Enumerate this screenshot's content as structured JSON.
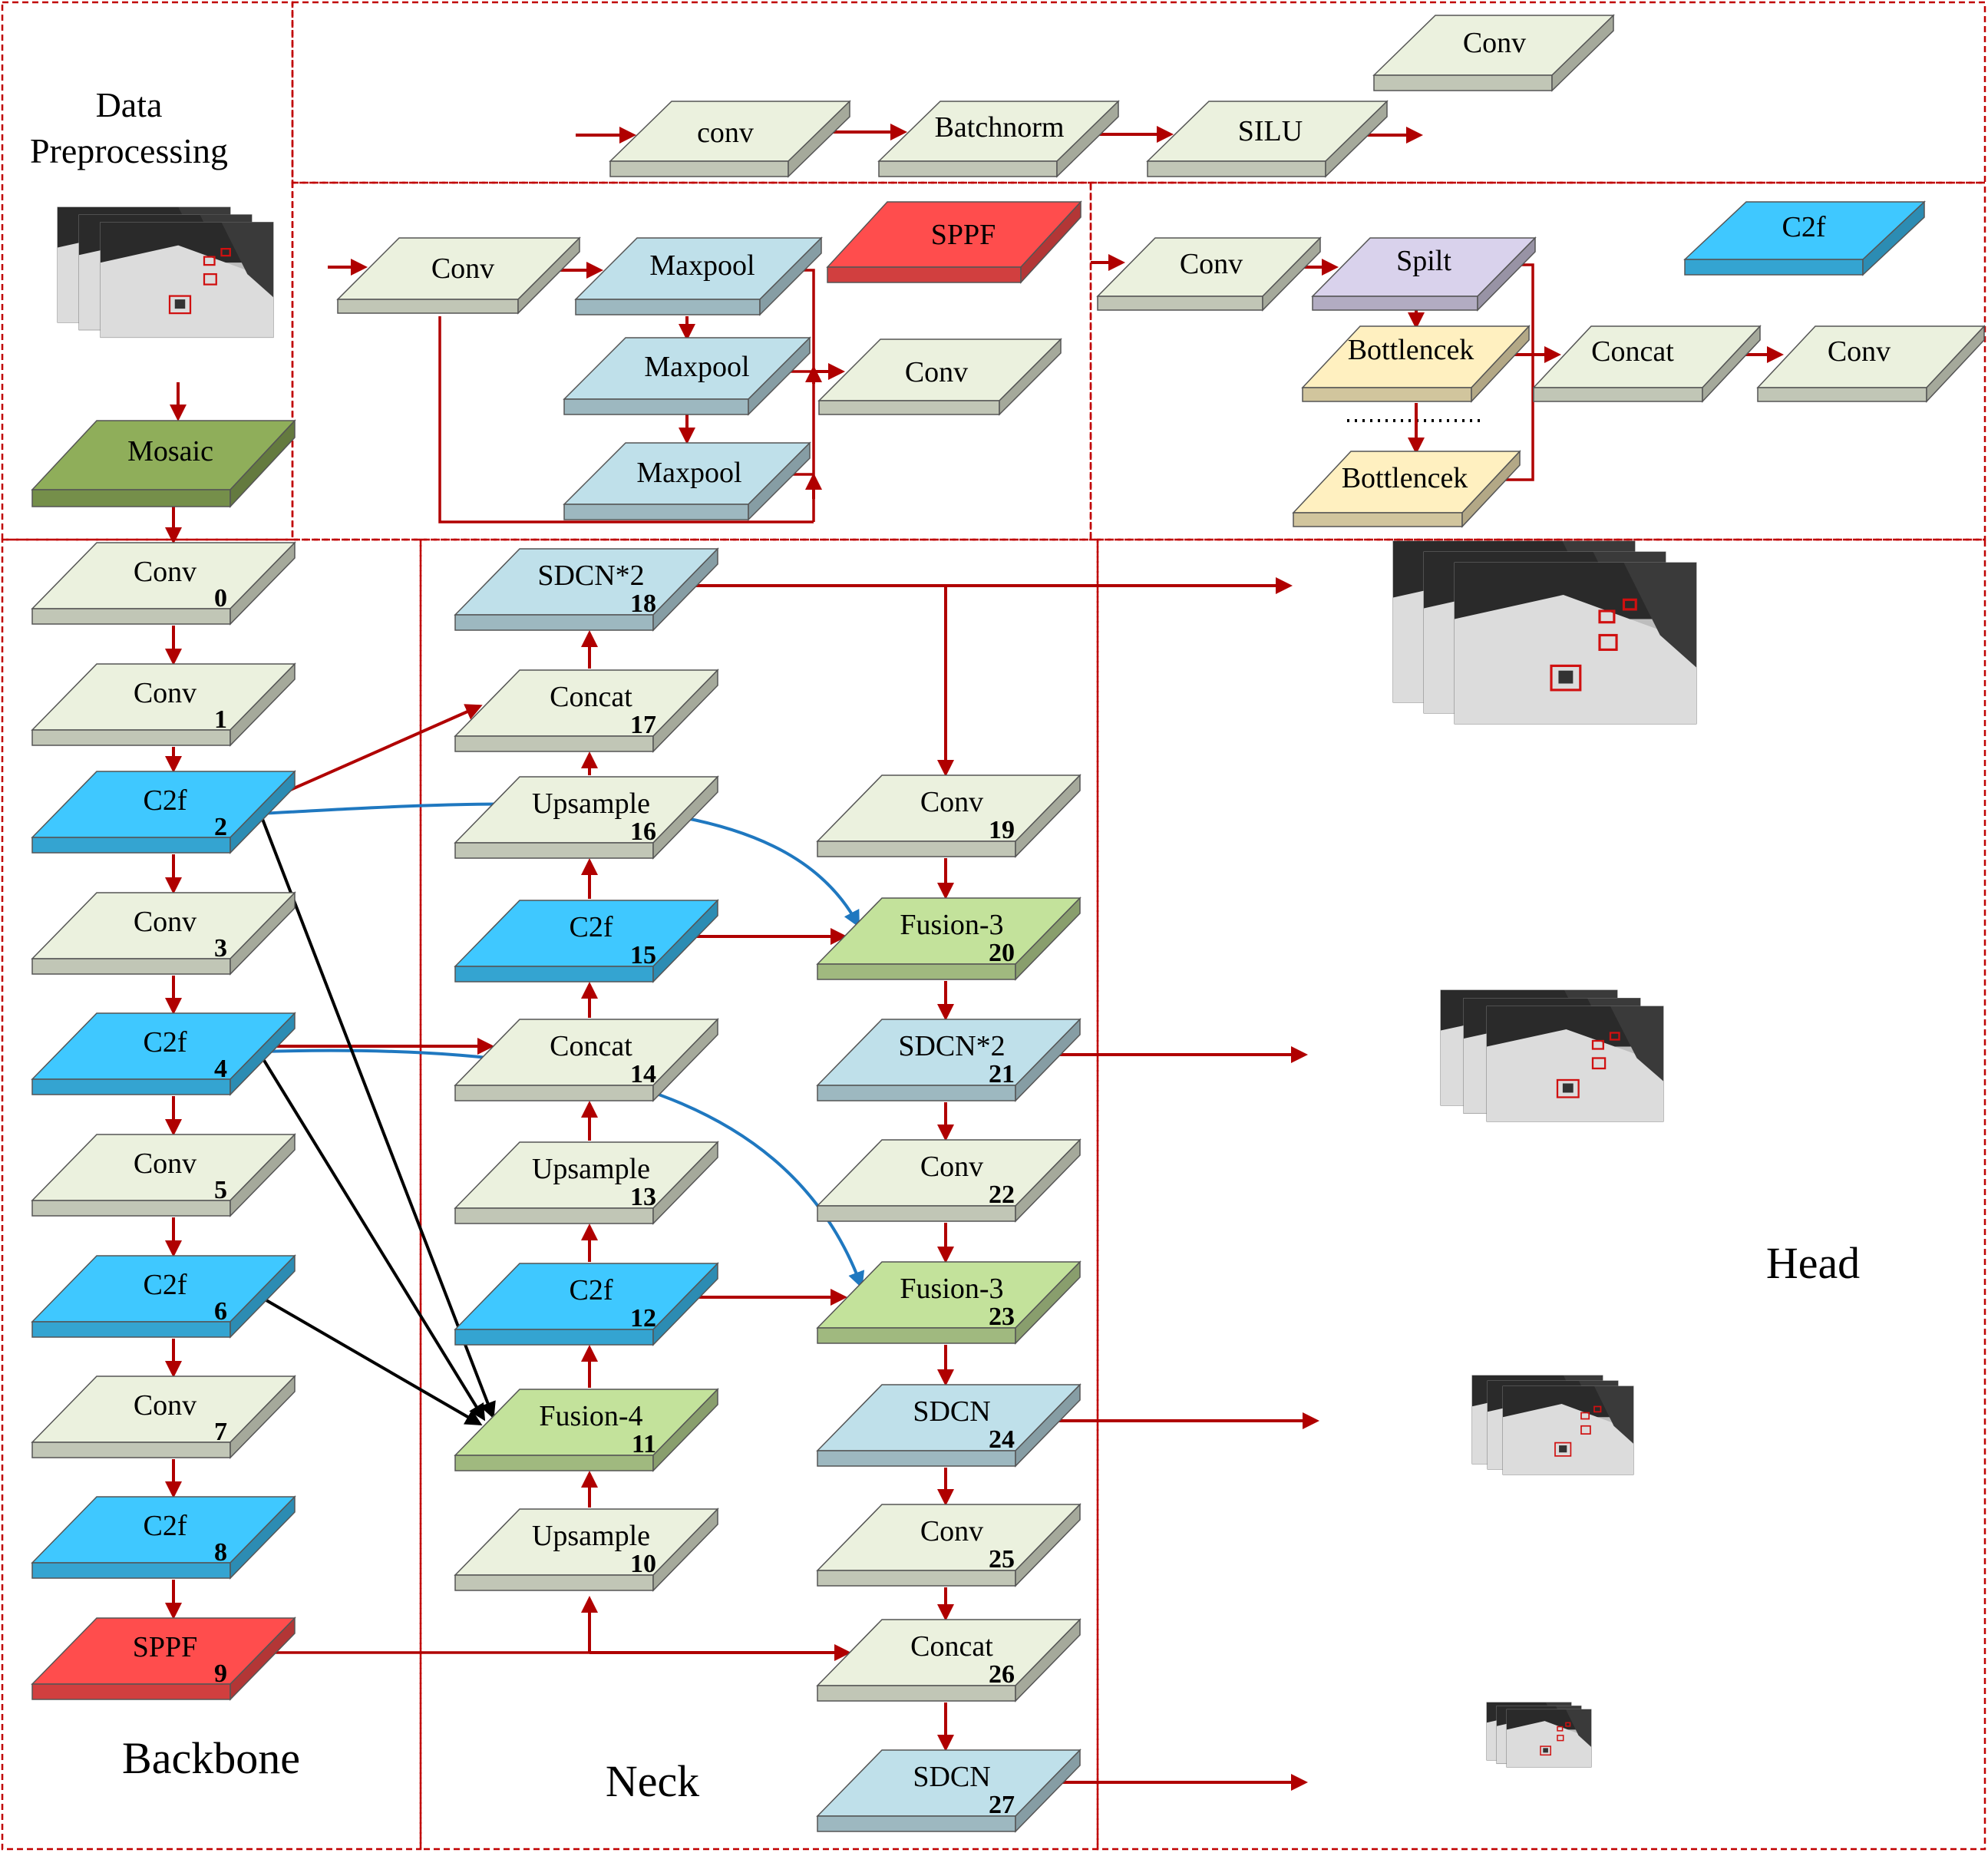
{
  "section_labels": {
    "data_preprocessing_line1": "Data",
    "data_preprocessing_line2": "Preprocessing",
    "backbone": "Backbone",
    "neck": "Neck",
    "head": "Head"
  },
  "conv_module": {
    "conv": "conv",
    "batchnorm": "Batchnorm",
    "silu": "SILU",
    "output": "Conv"
  },
  "sppf_module": {
    "title": "SPPF",
    "conv_in": "Conv",
    "maxpool1": "Maxpool",
    "maxpool2": "Maxpool",
    "maxpool3": "Maxpool",
    "conv_out": "Conv"
  },
  "c2f_module": {
    "title": "C2f",
    "conv_in": "Conv",
    "split": "Spilt",
    "bottleneck1": "Bottlencek",
    "bottleneck2": "Bottlencek",
    "concat": "Concat",
    "conv_out": "Conv"
  },
  "preprocessing": {
    "mosaic": "Mosaic"
  },
  "backbone_layers": [
    {
      "label": "Conv",
      "index": "0"
    },
    {
      "label": "Conv",
      "index": "1"
    },
    {
      "label": "C2f",
      "index": "2"
    },
    {
      "label": "Conv",
      "index": "3"
    },
    {
      "label": "C2f",
      "index": "4"
    },
    {
      "label": "Conv",
      "index": "5"
    },
    {
      "label": "C2f",
      "index": "6"
    },
    {
      "label": "Conv",
      "index": "7"
    },
    {
      "label": "C2f",
      "index": "8"
    },
    {
      "label": "SPPF",
      "index": "9"
    }
  ],
  "neck_left_layers": [
    {
      "label": "SDCN*2",
      "index": "18"
    },
    {
      "label": "Concat",
      "index": "17"
    },
    {
      "label": "Upsample",
      "index": "16"
    },
    {
      "label": "C2f",
      "index": "15"
    },
    {
      "label": "Concat",
      "index": "14"
    },
    {
      "label": "Upsample",
      "index": "13"
    },
    {
      "label": "C2f",
      "index": "12"
    },
    {
      "label": "Fusion-4",
      "index": "11"
    },
    {
      "label": "Upsample",
      "index": "10"
    }
  ],
  "neck_right_layers": [
    {
      "label": "Conv",
      "index": "19"
    },
    {
      "label": "Fusion-3",
      "index": "20"
    },
    {
      "label": "SDCN*2",
      "index": "21"
    },
    {
      "label": "Conv",
      "index": "22"
    },
    {
      "label": "Fusion-3",
      "index": "23"
    },
    {
      "label": "SDCN",
      "index": "24"
    },
    {
      "label": "Conv",
      "index": "25"
    },
    {
      "label": "Concat",
      "index": "26"
    },
    {
      "label": "SDCN",
      "index": "27"
    }
  ],
  "colors": {
    "frame_red": "#c00000",
    "arrow_red": "#b00000",
    "conv_fill": "#ebf1de",
    "c2f_fill": "#3fc8ff",
    "sppf_fill": "#ff4d4d",
    "maxpool_fill": "#bfe0ea",
    "fusion_fill": "#c3e29b",
    "mosaic_fill": "#8fae5a",
    "split_fill": "#d9d2ec",
    "bottleneck_fill": "#fff0c0",
    "blue_arrow": "#1f78c0",
    "black_arrow": "#000000"
  }
}
